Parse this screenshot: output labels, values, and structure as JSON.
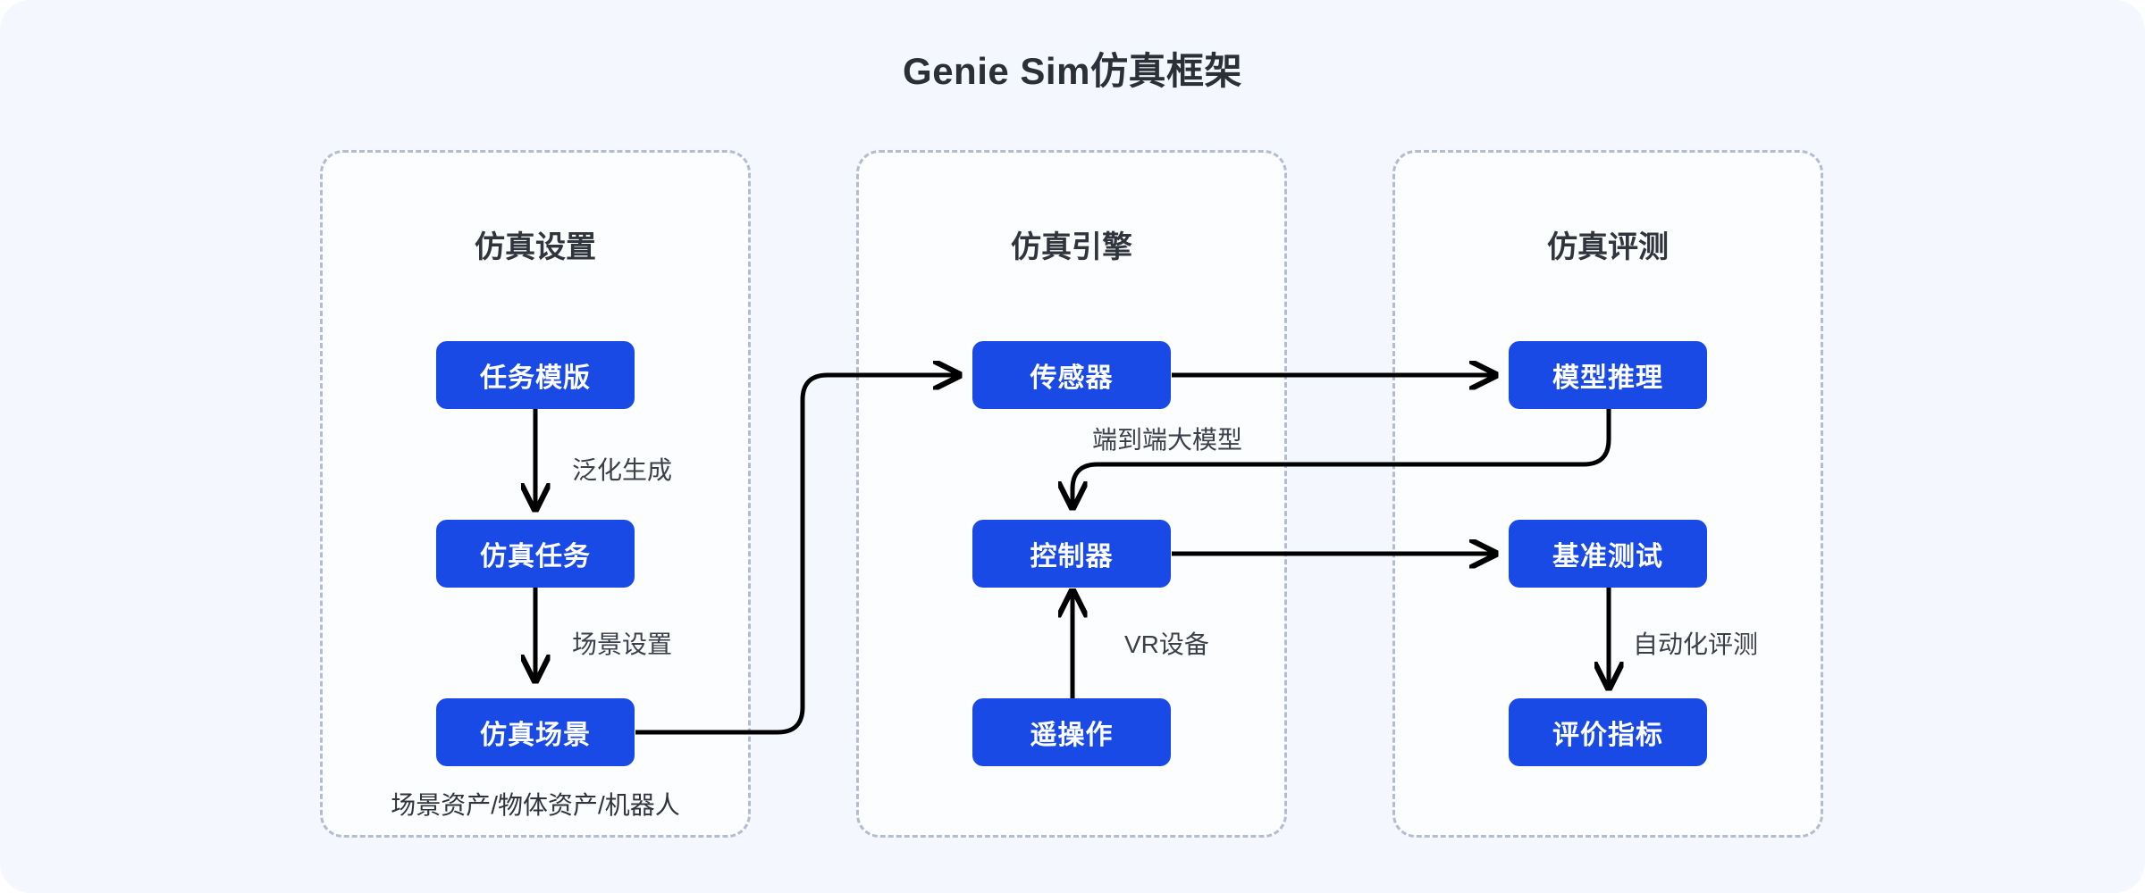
{
  "title": "Genie Sim仿真框架",
  "colors": {
    "canvas_bg": "#f4f7fd",
    "panel_bg": "#fcfdff",
    "panel_border": "#b3bcd0",
    "node_fill": "#1a4ae6",
    "node_text": "#ffffff",
    "edge_stroke": "#000000",
    "title_text": "#2b3038",
    "label_text": "#3a3f48"
  },
  "panels": [
    {
      "id": "setup",
      "title": "仿真设置"
    },
    {
      "id": "engine",
      "title": "仿真引擎"
    },
    {
      "id": "evaluation",
      "title": "仿真评测"
    }
  ],
  "nodes": {
    "task_template": "任务模版",
    "sim_task": "仿真任务",
    "sim_scene": "仿真场景",
    "sensor": "传感器",
    "controller": "控制器",
    "teleop": "遥操作",
    "model_inference": "模型推理",
    "benchmark": "基准测试",
    "metrics": "评价指标"
  },
  "edge_labels": {
    "generalization": "泛化生成",
    "scene_setup": "场景设置",
    "e2e_model": "端到端大模型",
    "vr_device": "VR设备",
    "auto_eval": "自动化评测"
  },
  "captions": {
    "assets": "场景资产/物体资产/机器人"
  },
  "chart_data": {
    "type": "diagram",
    "title": "Genie Sim仿真框架",
    "groups": [
      {
        "name": "仿真设置",
        "nodes": [
          "任务模版",
          "仿真任务",
          "仿真场景"
        ],
        "note": "场景资产/物体资产/机器人"
      },
      {
        "name": "仿真引擎",
        "nodes": [
          "传感器",
          "控制器",
          "遥操作"
        ]
      },
      {
        "name": "仿真评测",
        "nodes": [
          "模型推理",
          "基准测试",
          "评价指标"
        ]
      }
    ],
    "edges": [
      {
        "from": "任务模版",
        "to": "仿真任务",
        "label": "泛化生成"
      },
      {
        "from": "仿真任务",
        "to": "仿真场景",
        "label": "场景设置"
      },
      {
        "from": "仿真场景",
        "to": "传感器",
        "label": ""
      },
      {
        "from": "传感器",
        "to": "模型推理",
        "label": ""
      },
      {
        "from": "模型推理",
        "to": "控制器",
        "label": "端到端大模型"
      },
      {
        "from": "遥操作",
        "to": "控制器",
        "label": "VR设备"
      },
      {
        "from": "控制器",
        "to": "基准测试",
        "label": ""
      },
      {
        "from": "基准测试",
        "to": "评价指标",
        "label": "自动化评测"
      }
    ]
  }
}
